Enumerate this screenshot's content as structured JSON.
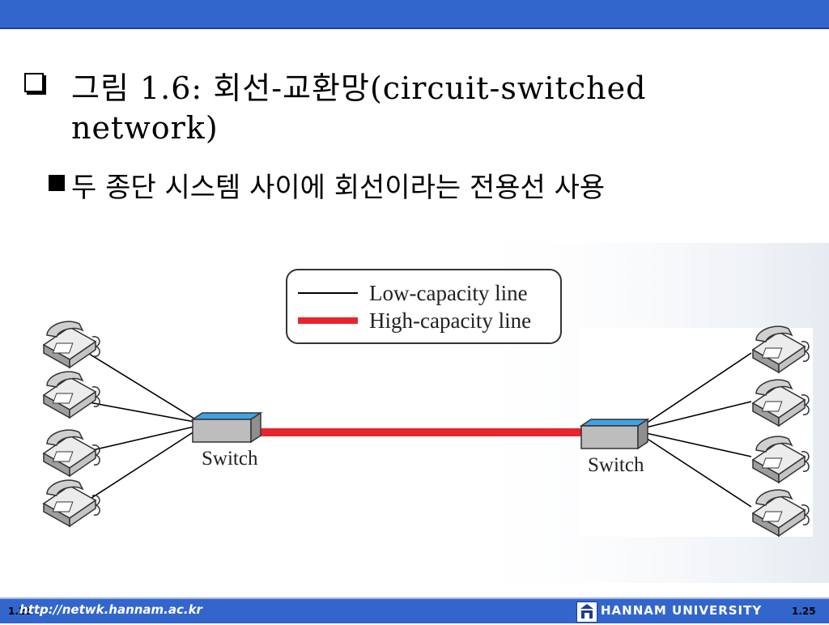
{
  "slide": {
    "title_line1": "그림 1.6: 회선-교환망(circuit-switched",
    "title_line2": "network)",
    "sub_bullet": "두 종단 시스템 사이에 회선이라는 전용선 사용"
  },
  "diagram": {
    "legend": {
      "low": "Low-capacity line",
      "high": "High-capacity line"
    },
    "left_switch_label": "Switch",
    "right_switch_label": "Switch",
    "colors": {
      "high_line": "#e8242c",
      "low_line": "#000000",
      "switch_top": "#3ea3e6",
      "switch_side": "#b8b8b8",
      "phone": "#d9d9d9"
    }
  },
  "footer": {
    "url": "http://netwk.hannam.ac.kr",
    "slide_num_left": "1.25",
    "university": "HANNAM UNIVERSITY",
    "slide_num_right": "1.25"
  }
}
